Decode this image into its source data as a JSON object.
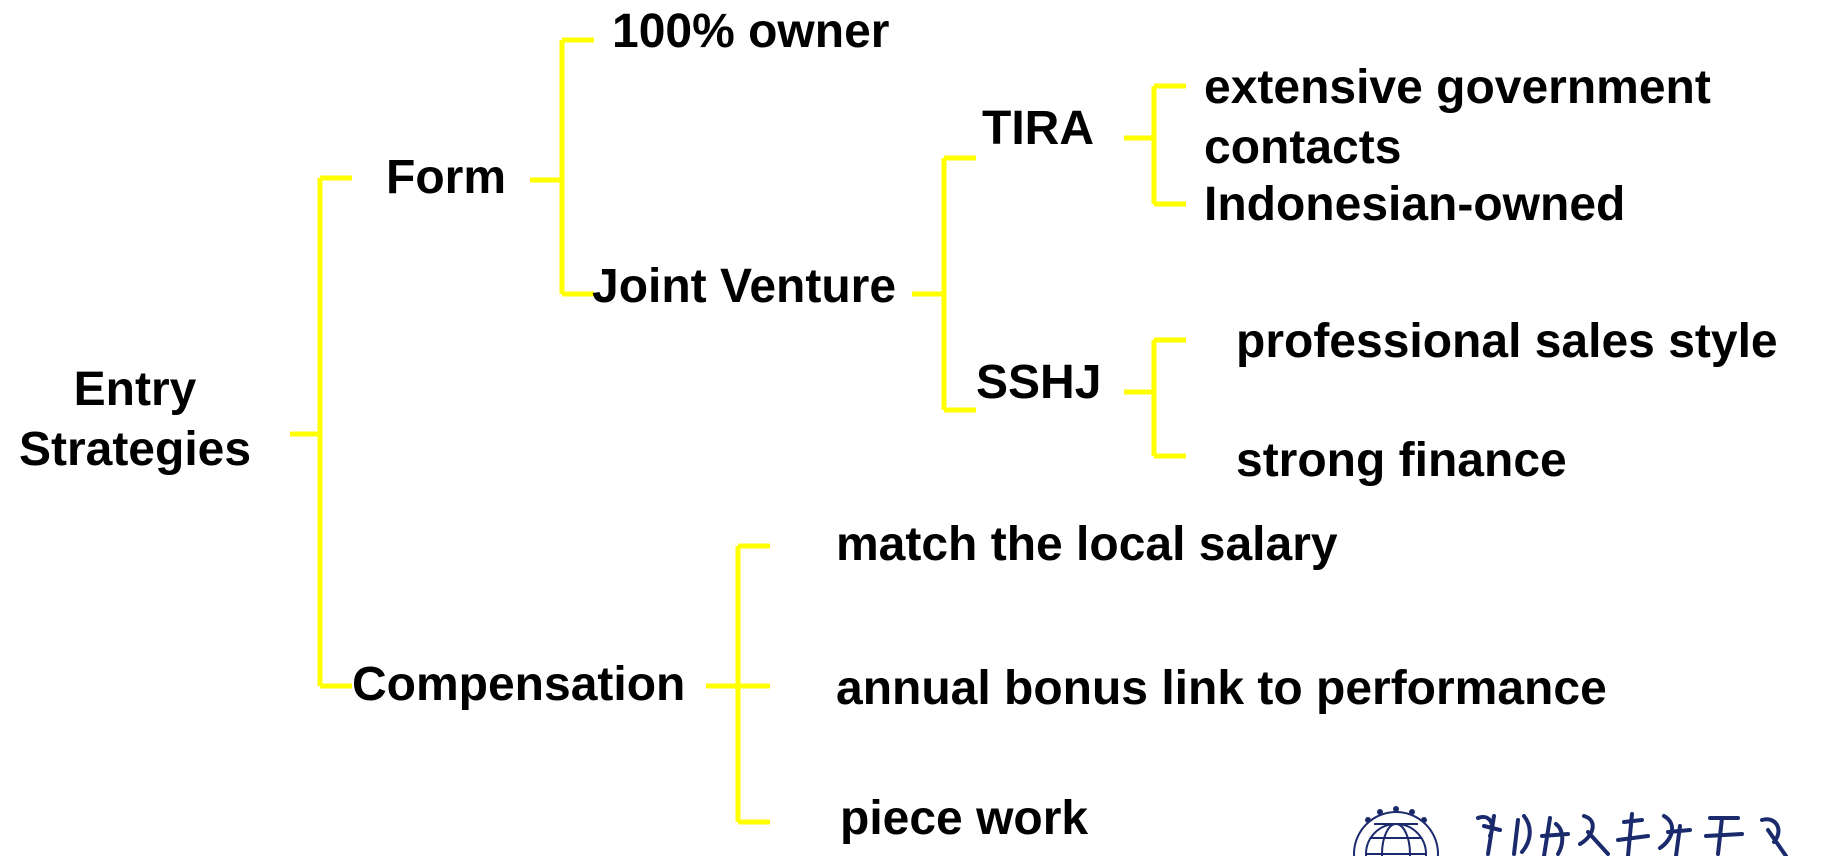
{
  "root": {
    "line1": "Entry",
    "line2": "Strategies"
  },
  "form": {
    "label": "Form",
    "owner": "100% owner",
    "jv": {
      "label": "Joint Venture",
      "tira": {
        "label": "TIRA",
        "item1": "extensive government contacts",
        "item2": "Indonesian-owned"
      },
      "sshj": {
        "label": "SSHJ",
        "item1": "professional sales style",
        "item2": "strong finance"
      }
    }
  },
  "compensation": {
    "label": "Compensation",
    "items": [
      "match the local salary",
      "annual bonus link to performance",
      "piece work"
    ]
  },
  "colors": {
    "bracket": "#ffff00",
    "text": "#000000",
    "logo": "#1a2a6c"
  },
  "logo": {
    "icon": "university-globe-seal-icon"
  }
}
